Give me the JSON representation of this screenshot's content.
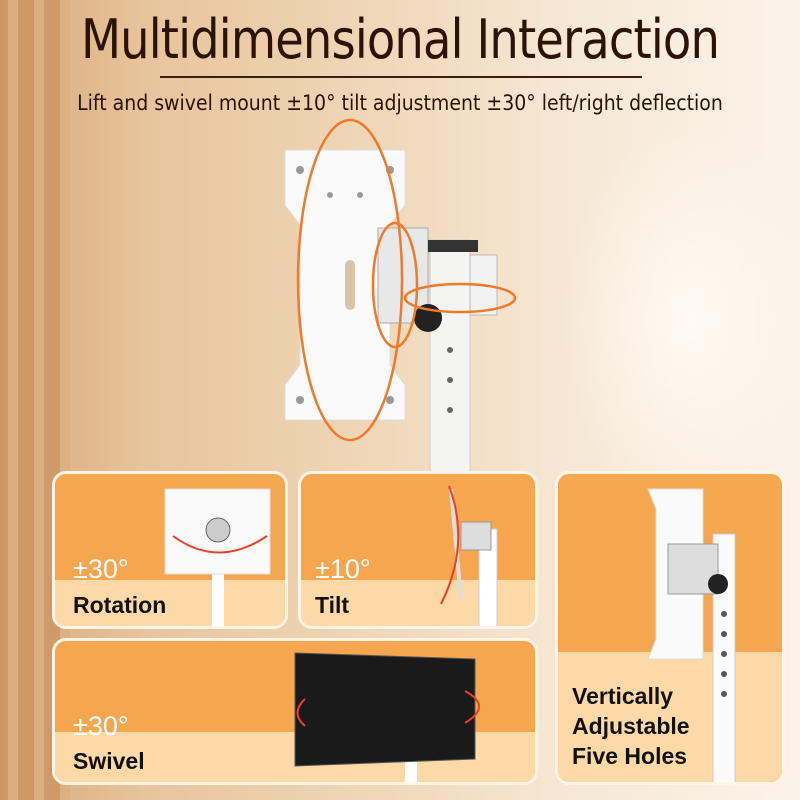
{
  "title": "Multidimensional Interaction",
  "subtitle": "Lift and swivel mount ±10°  tilt adjustment ±30°  left/right deflection",
  "cards": [
    {
      "degree": "±30°",
      "label": "Rotation"
    },
    {
      "degree": "±10°",
      "label": "Tilt"
    },
    {
      "degree": "±30°",
      "label": "Swivel"
    },
    {
      "label_lines": [
        "Vertically",
        "Adjustable",
        "Five Holes"
      ]
    }
  ],
  "colors": {
    "accent": "#f07a2a",
    "card": "#f6a64e",
    "band": "#fcd9a6",
    "title": "#2b1308"
  }
}
